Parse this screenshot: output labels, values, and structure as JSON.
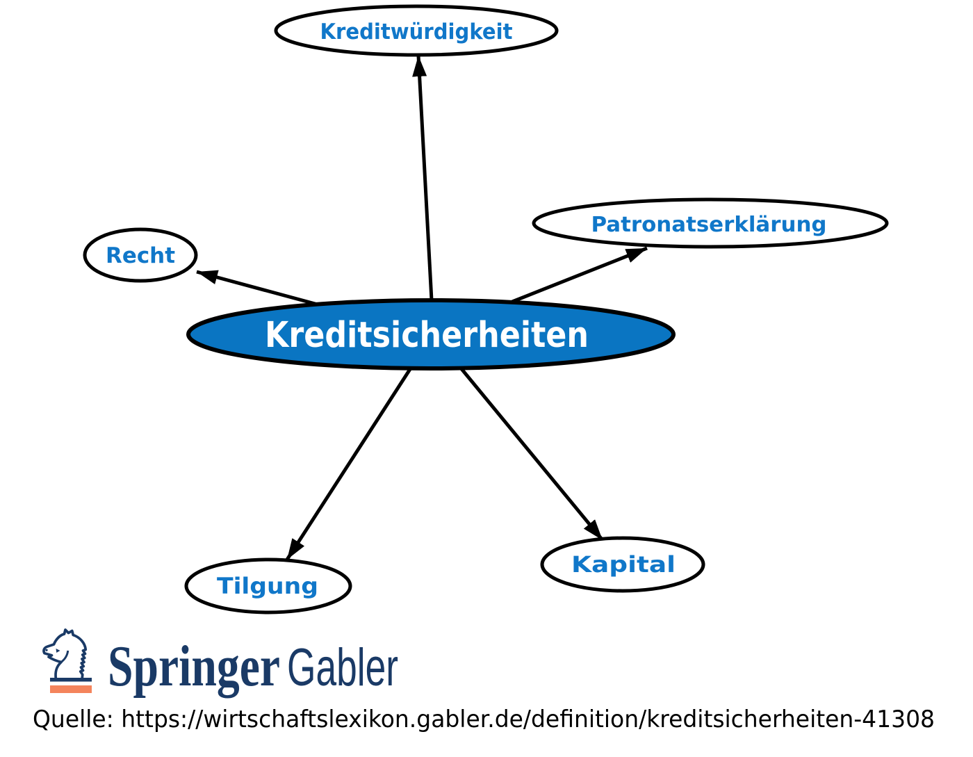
{
  "diagram": {
    "center_node": {
      "label": "Kreditsicherheiten"
    },
    "satellite_nodes": [
      {
        "id": "kreditwuerdigkeit",
        "label": "Kreditwürdigkeit"
      },
      {
        "id": "patronatserklaerung",
        "label": "Patronatserklärung"
      },
      {
        "id": "recht",
        "label": "Recht"
      },
      {
        "id": "tilgung",
        "label": "Tilgung"
      },
      {
        "id": "kapital",
        "label": "Kapital"
      }
    ],
    "colors": {
      "node_fill_blue": "#0A75C2",
      "node_fill_white": "#FFFFFF",
      "label_blue": "#1077C9",
      "center_label_white": "#FFFFFF",
      "outline_black": "#000000"
    }
  },
  "footer": {
    "logo": {
      "brand": "Springer",
      "sub_brand": "Gabler",
      "navy": "#1A3A66",
      "orange": "#F4845C"
    },
    "source_line": "Quelle: https://wirtschaftslexikon.gabler.de/definition/kreditsicherheiten-41308"
  }
}
